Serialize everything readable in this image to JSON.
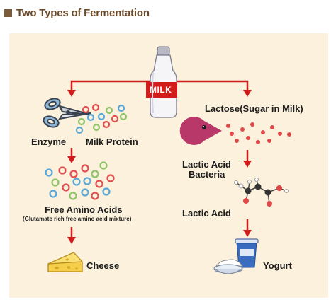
{
  "title": "Two Types of Fermentation",
  "milk_label": "MILK",
  "left_branch": {
    "enzyme": "Enzyme",
    "milk_protein": "Milk Protein",
    "free_amino_acids": "Free Amino Acids",
    "free_amino_acids_note": "(Glutamate rich free amino acid mixture)",
    "cheese": "Cheese"
  },
  "right_branch": {
    "lactose": "Lactose(Sugar in Milk)",
    "lactic_acid_bacteria_line1": "Lactic Acid",
    "lactic_acid_bacteria_line2": "Bacteria",
    "lactic_acid": "Lactic Acid",
    "yogurt": "Yogurt"
  },
  "colors": {
    "title_brown": "#6b4a2b",
    "panel_bg": "#fbf1dc",
    "arrow_red": "#d11a1a",
    "pacman": "#b8386a",
    "dot_red": "#e04848",
    "ring_red": "#e05050",
    "ring_blue": "#5aa8d8",
    "ring_green": "#8fc46a"
  },
  "icons": [
    "milk-bottle-icon",
    "scissors-icon",
    "pacman-bacteria-icon",
    "molecule-icon",
    "cheese-icon",
    "yogurt-icon"
  ]
}
